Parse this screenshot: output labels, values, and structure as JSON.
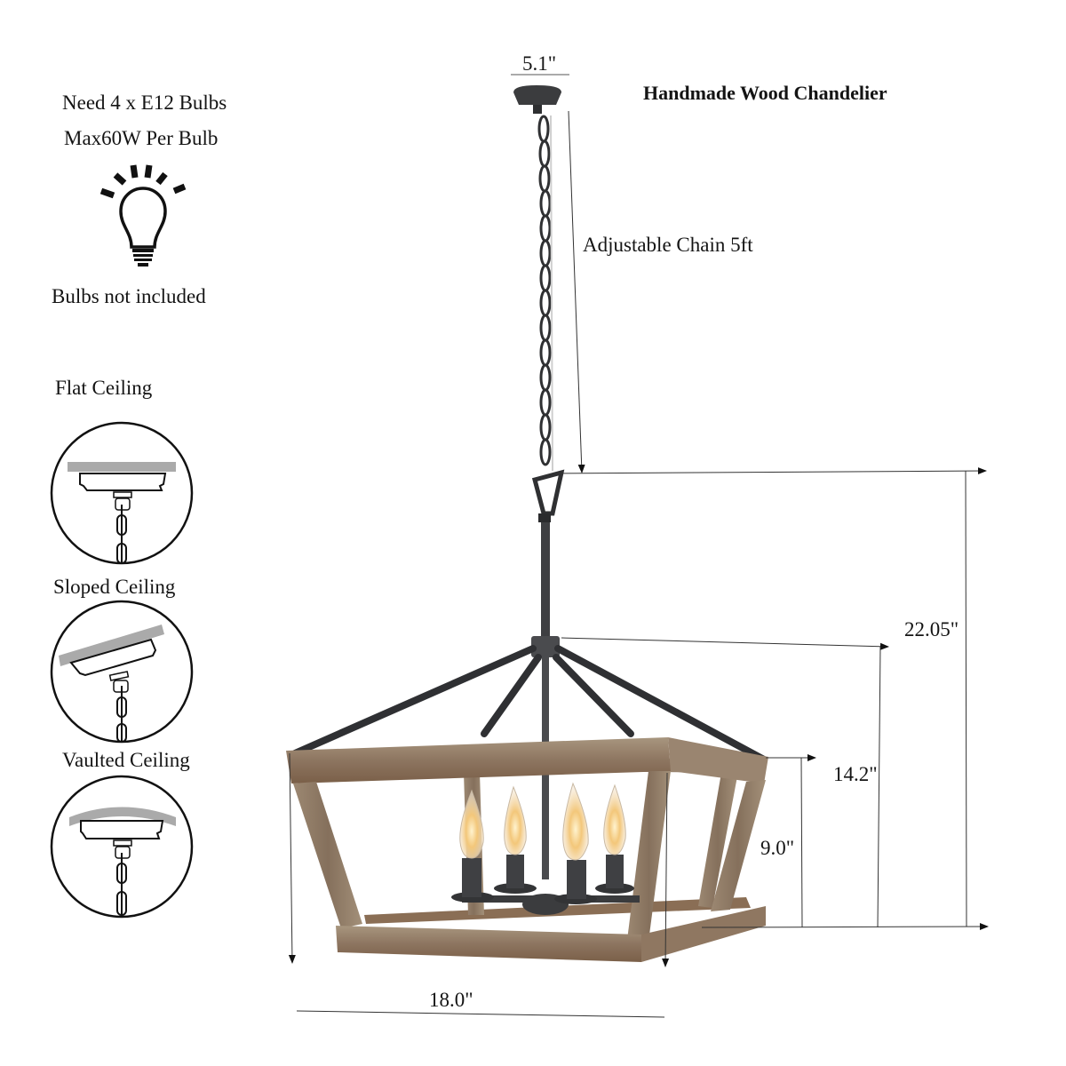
{
  "title": "Handmade Wood Chandelier",
  "bulb_info": {
    "line1": "Need 4 x E12 Bulbs",
    "line2": "Max60W Per Bulb",
    "icon": "lightbulb-icon",
    "note": "Bulbs not included"
  },
  "ceiling_types": [
    {
      "label": "Flat Ceiling",
      "icon": "flat-ceiling-mount-icon"
    },
    {
      "label": "Sloped Ceiling",
      "icon": "sloped-ceiling-mount-icon"
    },
    {
      "label": "Vaulted Ceiling",
      "icon": "vaulted-ceiling-mount-icon"
    }
  ],
  "dimensions": {
    "canopy_width": "5.1\"",
    "chain_label": "Adjustable Chain 5ft",
    "total_height": "22.05\"",
    "frame_height": "14.2\"",
    "body_height": "9.0\"",
    "width": "18.0\""
  },
  "product": {
    "lights": 4,
    "colors": {
      "wood": "#8a6e55",
      "wood_light": "#a89680",
      "metal": "#3a3b3d",
      "bulb_glow": "#f3c77a"
    }
  }
}
